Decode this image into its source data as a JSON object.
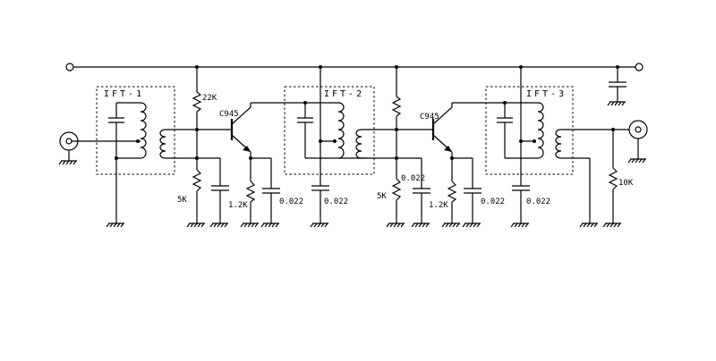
{
  "transformers": [
    "IFT-1",
    "IFT-2",
    "IFT-3"
  ],
  "transistors": [
    "C945",
    "C945"
  ],
  "resistors": [
    "22K",
    "5K",
    "1.2K",
    "5K",
    "1.2K",
    "10K"
  ],
  "capacitors": [
    "0.022",
    "0.022",
    "0.022",
    "0.022",
    "0.022"
  ]
}
